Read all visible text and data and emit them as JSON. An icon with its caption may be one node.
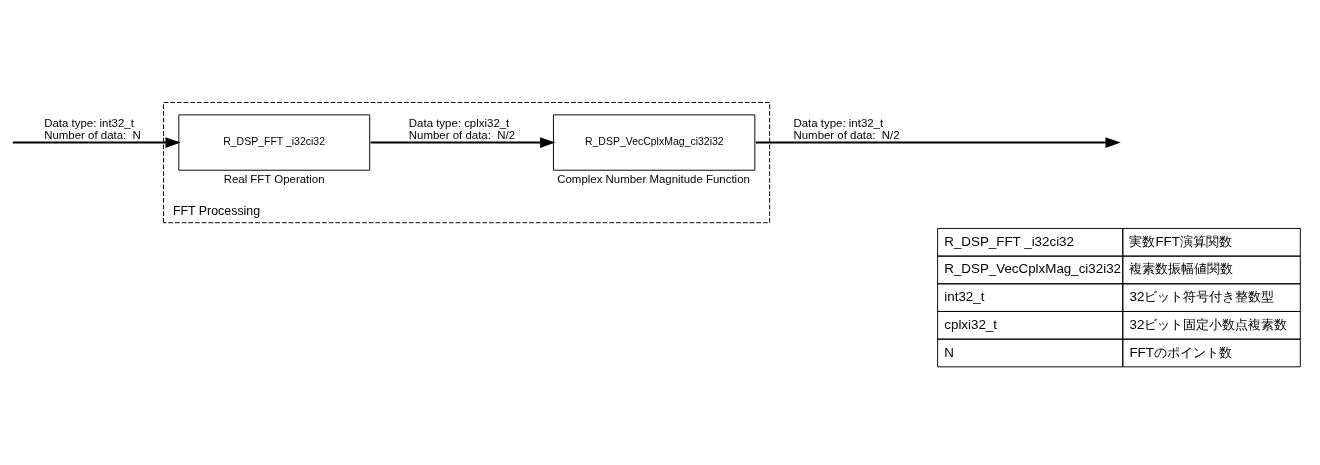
{
  "diagram": {
    "nodes": [
      {
        "text": [
          "FFT Processing"
        ]
      },
      {
        "text": [
          "R_DSP_FFT _i32ci32"
        ],
        "in": 0,
        "beside": [
          "Real FFT Operation"
        ]
      },
      {
        "text": [
          "R_DSP_VecCplxMag_ci32i32"
        ],
        "in": 0,
        "beside": [
          "Complex Number Magnitude Function"
        ]
      }
    ],
    "edges": [
      {
        "from": null,
        "to": 1,
        "arrow": "to",
        "label": "Data type: int32_t Number of data:  N"
      },
      {
        "from": 1,
        "to": 2,
        "arrow": "to",
        "label": "Data type: cplxi32_t Number of data:  N/2"
      },
      {
        "from": 2,
        "to": null,
        "arrow": "to",
        "label": "Data type: int32_t Number of data:  N/2"
      }
    ],
    "labels": [
      "R_DSP_FFT _i32ci32",
      "実数FFT演算関数",
      "R_DSP_VecCplxMag_ci32i32",
      "複素数振幅値関数",
      "int32_t",
      "32ビット符号付き整数型",
      "cplxi32_t",
      "32ビット固定小数点複素数",
      "N",
      "FFTのポイント数"
    ]
  }
}
